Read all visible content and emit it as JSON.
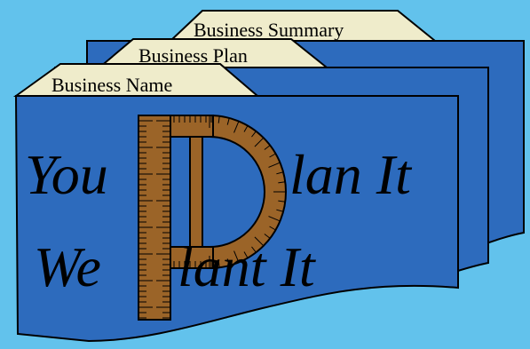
{
  "folders": {
    "back_tab": "Business Summary",
    "middle_tab": "Business Plan",
    "front_tab": "Business Name"
  },
  "slogan": {
    "line1_left": "You",
    "line1_right": "lan It",
    "line2_left": "We",
    "line2_right": "lant It"
  },
  "colors": {
    "background": "#62c2ec",
    "folder": "#2d6bbd",
    "tab": "#efeccb",
    "ruler": "#9b6428"
  },
  "icons": [
    "ruler-p-icon",
    "protractor-icon"
  ]
}
